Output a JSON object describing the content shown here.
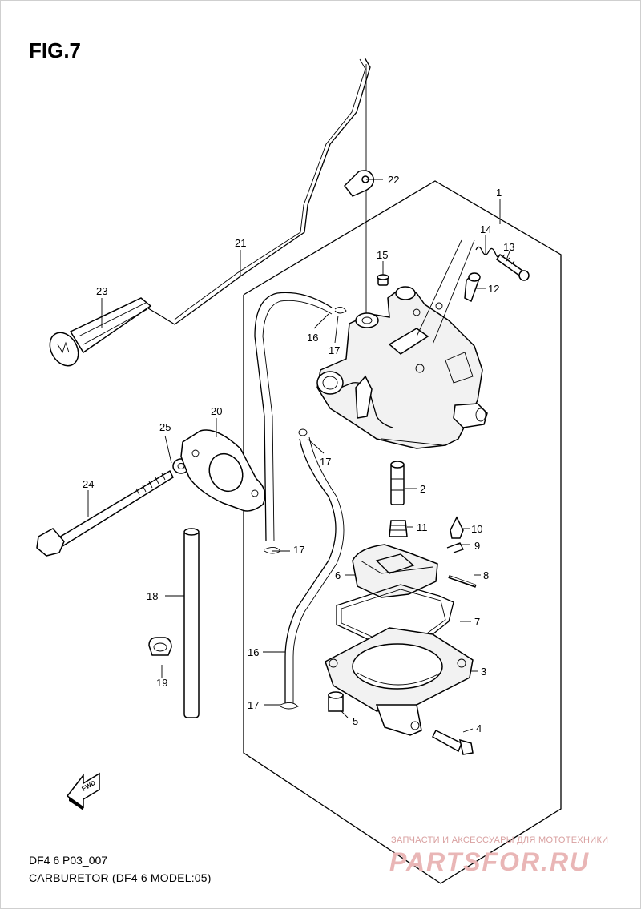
{
  "figure": {
    "title": "FIG.7",
    "code": "DF4 6 P03_007",
    "caption": "CARBURETOR (DF4 6 MODEL:05)"
  },
  "callouts": [
    {
      "id": "c1",
      "label": "1"
    },
    {
      "id": "c2",
      "label": "2"
    },
    {
      "id": "c3",
      "label": "3"
    },
    {
      "id": "c4",
      "label": "4"
    },
    {
      "id": "c5",
      "label": "5"
    },
    {
      "id": "c6",
      "label": "6"
    },
    {
      "id": "c7",
      "label": "7"
    },
    {
      "id": "c8",
      "label": "8"
    },
    {
      "id": "c9",
      "label": "9"
    },
    {
      "id": "c10",
      "label": "10"
    },
    {
      "id": "c11",
      "label": "11"
    },
    {
      "id": "c12",
      "label": "12"
    },
    {
      "id": "c13",
      "label": "13"
    },
    {
      "id": "c14",
      "label": "14"
    },
    {
      "id": "c15",
      "label": "15"
    },
    {
      "id": "c16a",
      "label": "16"
    },
    {
      "id": "c16b",
      "label": "16"
    },
    {
      "id": "c17a",
      "label": "17"
    },
    {
      "id": "c17b",
      "label": "17"
    },
    {
      "id": "c17c",
      "label": "17"
    },
    {
      "id": "c17d",
      "label": "17"
    },
    {
      "id": "c18",
      "label": "18"
    },
    {
      "id": "c19",
      "label": "19"
    },
    {
      "id": "c20",
      "label": "20"
    },
    {
      "id": "c21",
      "label": "21"
    },
    {
      "id": "c22",
      "label": "22"
    },
    {
      "id": "c23",
      "label": "23"
    },
    {
      "id": "c24",
      "label": "24"
    },
    {
      "id": "c25",
      "label": "25"
    }
  ],
  "fwd_arrow": {
    "label": "FWD",
    "icon": "fwd-arrow-icon"
  },
  "watermark": {
    "tagline": "ЗАПЧАСТИ И АКСЕССУАРЫ ДЛЯ МОТОТЕХНИКИ",
    "logo": "PARTSFOR.RU",
    "color": "#e9b6b6"
  }
}
